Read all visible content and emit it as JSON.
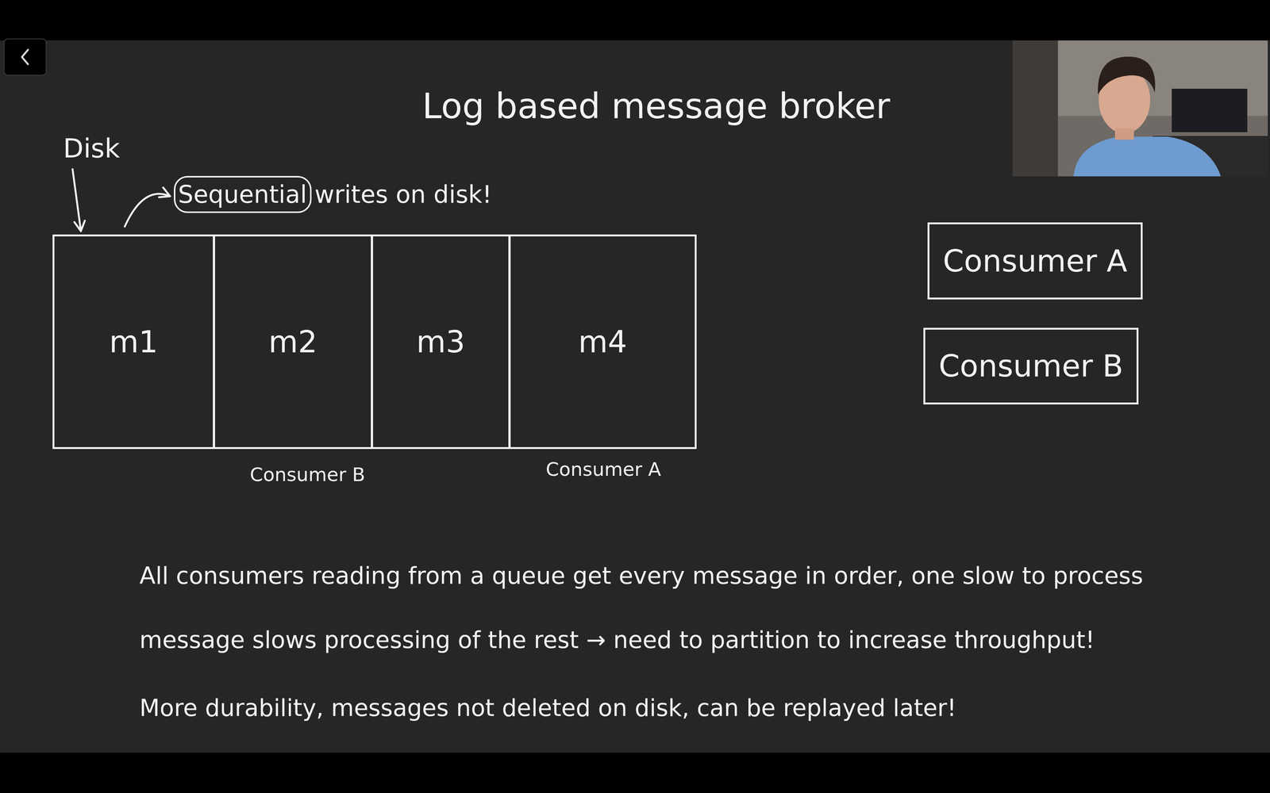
{
  "diagram": {
    "title": "Log based message broker",
    "nodes": [
      {
        "text": [
          "m1"
        ]
      },
      {
        "text": [
          "m2"
        ]
      },
      {
        "text": [
          "m3"
        ]
      },
      {
        "text": [
          "m4"
        ]
      },
      {
        "text": [
          "Consumer A"
        ]
      },
      {
        "text": [
          "Consumer B"
        ]
      }
    ],
    "labels": [
      "Disk",
      "Sequential writes on disk!",
      "Consumer B",
      "Consumer A",
      "All consumers reading from a queue get every message in order, one slow to process message slows processing of the rest → need to partition to increase throughput!",
      "More durability, messages not deleted on disk, can be replayed later!"
    ]
  }
}
